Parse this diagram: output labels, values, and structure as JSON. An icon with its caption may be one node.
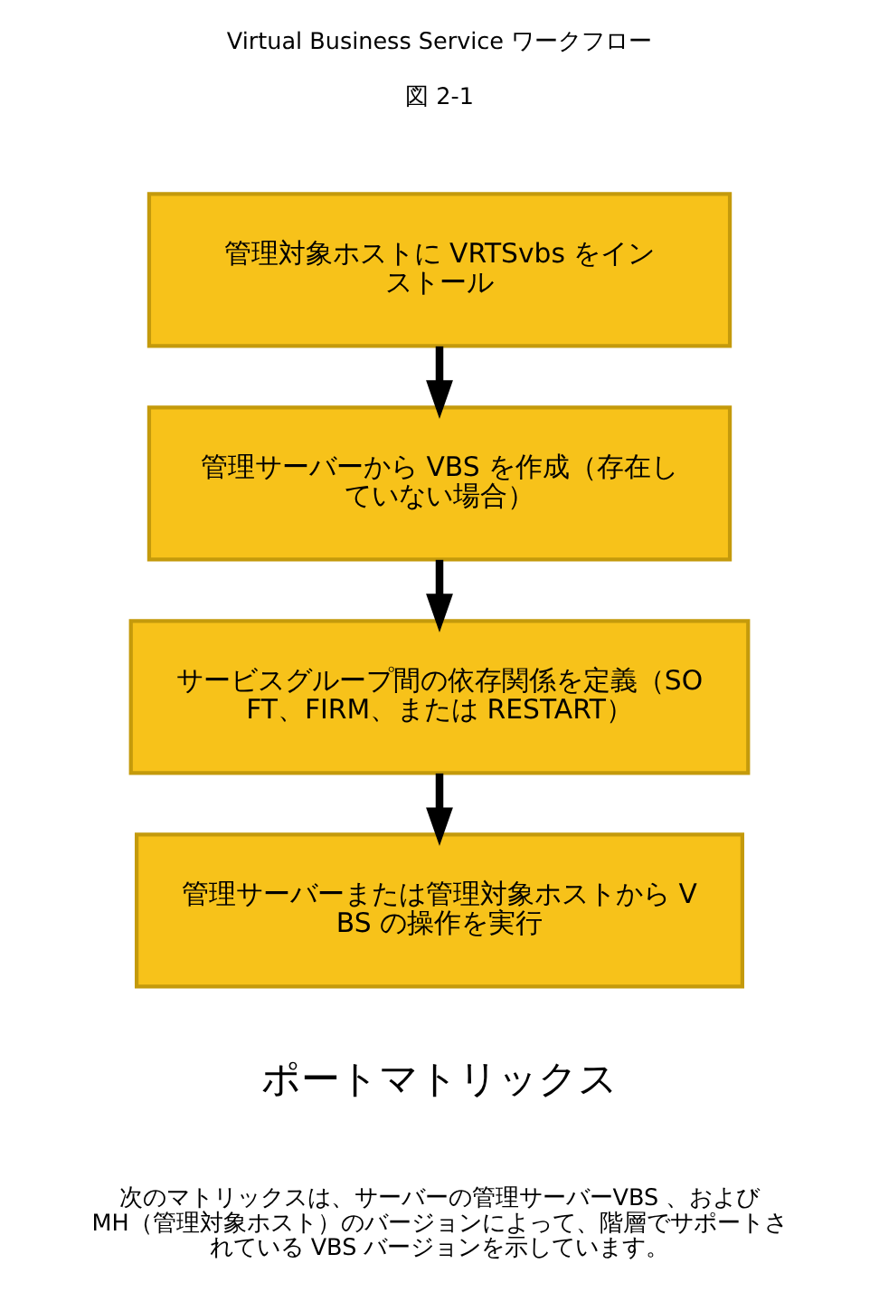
{
  "diagram": {
    "title": "Virtual Business Service ワークフロー",
    "nodes": [
      {
        "text": [
          "管理対象ホストに VRTSvbs をインストール"
        ]
      },
      {
        "text": [
          "管理サーバーから VBS を作成（存在していない場合）"
        ]
      },
      {
        "text": [
          "サービスグループ間の依存関係を定義（SOFT、FIRM、または RESTART）"
        ]
      },
      {
        "text": [
          "管理サーバーまたは管理対象ホストから VBS の操作を実行"
        ]
      }
    ],
    "edges": [
      {
        "from": 0,
        "to": 1,
        "arrow": "to"
      },
      {
        "from": 1,
        "to": 2,
        "arrow": "to"
      },
      {
        "from": 2,
        "to": 3,
        "arrow": "to"
      }
    ],
    "labels": [
      "図 2-1",
      "ポートマトリックス",
      "次のマトリックスは、サーバーの管理サーバーVBS 、および MH（管理対象ホスト）のバージョンによって、階層でサポートされている VBS バージョンを示しています。"
    ]
  }
}
